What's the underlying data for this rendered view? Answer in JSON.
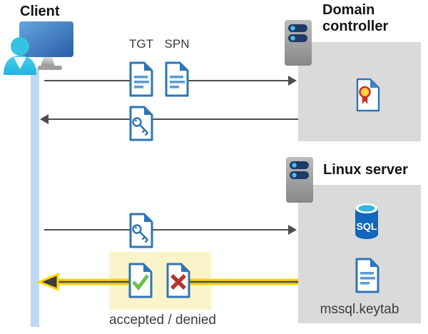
{
  "diagram": {
    "client": {
      "label": "Client"
    },
    "domain_controller": {
      "label": "Domain controller"
    },
    "linux_server": {
      "label": "Linux server",
      "sql_badge": "SQL",
      "keytab_label": "mssql.keytab"
    },
    "messages": {
      "tgt_label": "TGT",
      "spn_label": "SPN",
      "result_label": "accepted / denied"
    },
    "colors": {
      "doc_border_blue": "#2e75b6",
      "doc_line_blue": "#5b9bd5",
      "accept_green": "#6cbf4a",
      "deny_red": "#b5342f",
      "highlight_yellow": "#fbf4ca",
      "arrow_yellow": "#ffd400",
      "arrow_gray": "#4d4d4d",
      "box_gray": "#dadada",
      "lifeline_blue": "#bdd8f5",
      "sql_cylinder_blue": "#1166be",
      "sql_top_cyan": "#37b4dc",
      "person_cyan": "#35c2e4",
      "cert_seal_yellow": "#ffd23b",
      "cert_ribbon_red": "#c13326"
    }
  }
}
